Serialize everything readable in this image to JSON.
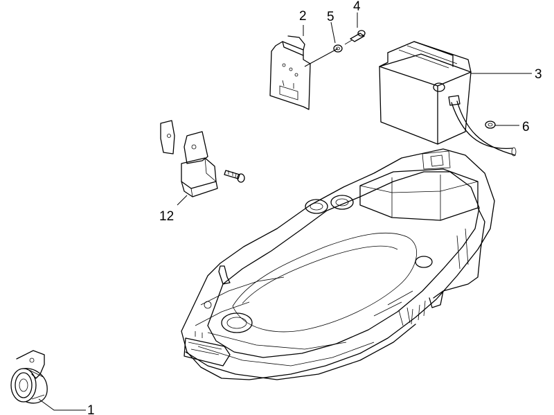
{
  "parts": [
    {
      "id": "horn",
      "callout": "1"
    },
    {
      "id": "battery-bracket",
      "callout": "2"
    },
    {
      "id": "battery",
      "callout": "3"
    },
    {
      "id": "screw",
      "callout": "4"
    },
    {
      "id": "washer",
      "callout": "5"
    },
    {
      "id": "battery-vent-hose-clip",
      "callout": "6"
    },
    {
      "id": "relay",
      "callout": "12"
    }
  ]
}
